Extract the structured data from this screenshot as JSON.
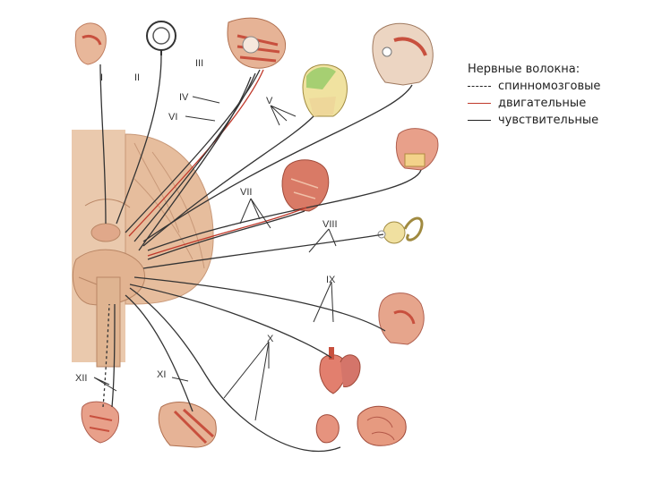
{
  "legend": {
    "title": "Нервные волокна:",
    "items": [
      {
        "marker": "- - -",
        "label": "спинномозговые",
        "color": "#222222"
      },
      {
        "marker": "——",
        "label": "двигательные",
        "color": "#c0392b"
      },
      {
        "marker": "——",
        "label": "чувствительные",
        "color": "#222222"
      }
    ]
  },
  "nerve_labels": [
    "I",
    "II",
    "III",
    "IV",
    "VI",
    "V",
    "VII",
    "VIII",
    "IX",
    "X",
    "XI",
    "XII"
  ],
  "colors": {
    "tissue": "#e9c4a6",
    "tissue_dark": "#d49a7a",
    "muscle": "#c8503e",
    "nerve": "#333333",
    "motor": "#c0392b"
  }
}
